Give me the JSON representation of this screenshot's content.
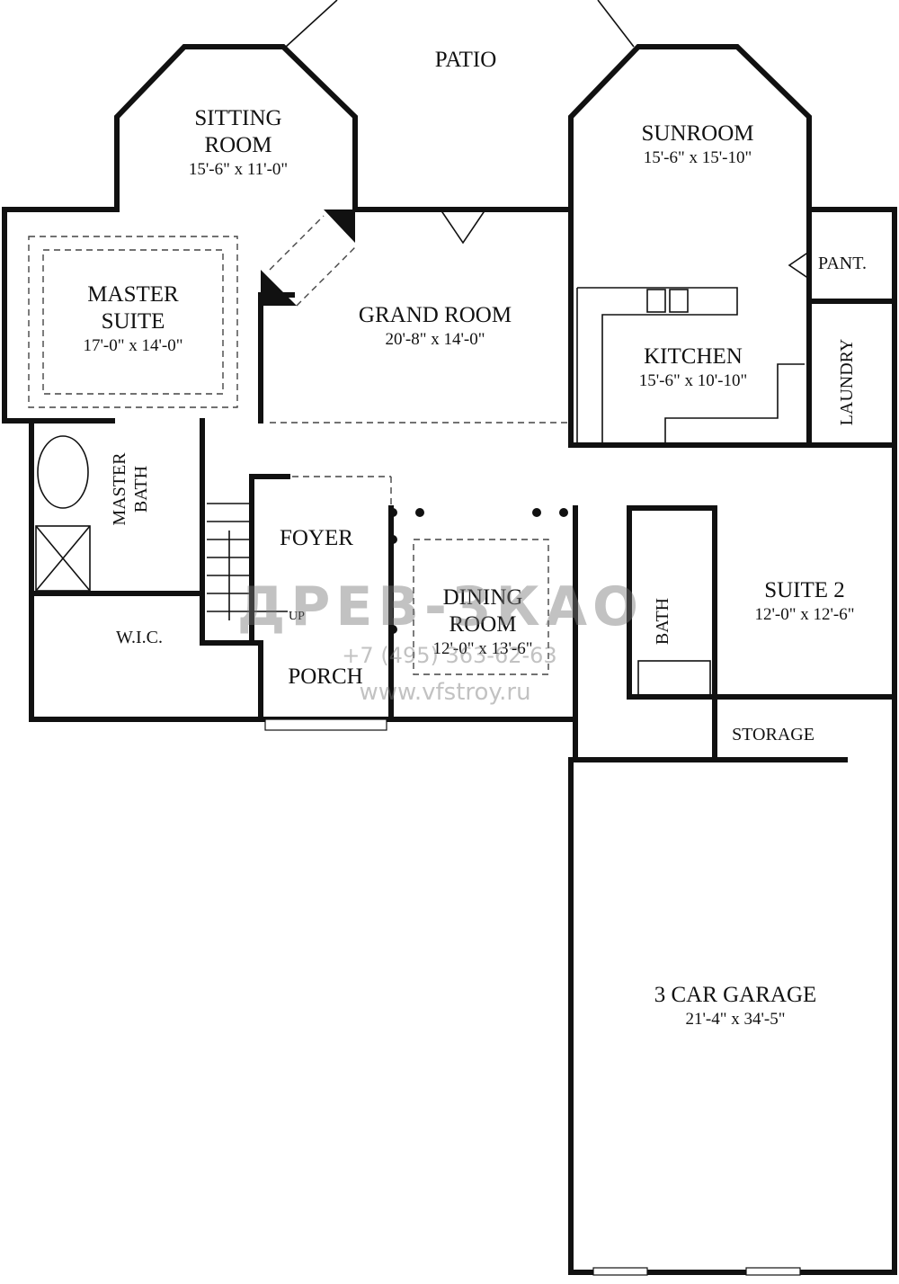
{
  "plan": {
    "rooms": [
      {
        "id": "patio",
        "name": "PATIO",
        "dims": ""
      },
      {
        "id": "sitting-room",
        "name": "SITTING ROOM",
        "dims": "15'-6\" x 11'-0\""
      },
      {
        "id": "sunroom",
        "name": "SUNROOM",
        "dims": "15'-6\" x 15'-10\""
      },
      {
        "id": "master-suite",
        "name": "MASTER SUITE",
        "dims": "17'-0\" x 14'-0\""
      },
      {
        "id": "grand-room",
        "name": "GRAND ROOM",
        "dims": "20'-8\" x 14'-0\""
      },
      {
        "id": "kitchen",
        "name": "KITCHEN",
        "dims": "15'-6\" x 10'-10\""
      },
      {
        "id": "pantry",
        "name": "PANT.",
        "dims": ""
      },
      {
        "id": "laundry",
        "name": "LAUNDRY",
        "dims": ""
      },
      {
        "id": "master-bath",
        "name": "MASTER BATH",
        "dims": ""
      },
      {
        "id": "foyer",
        "name": "FOYER",
        "dims": ""
      },
      {
        "id": "dining-room",
        "name": "DINING ROOM",
        "dims": "12'-0\" x 13'-6\""
      },
      {
        "id": "suite-2",
        "name": "SUITE 2",
        "dims": "12'-0\" x 12'-6\""
      },
      {
        "id": "bath",
        "name": "BATH",
        "dims": ""
      },
      {
        "id": "wic",
        "name": "W.I.C.",
        "dims": ""
      },
      {
        "id": "porch",
        "name": "PORCH",
        "dims": ""
      },
      {
        "id": "storage",
        "name": "STORAGE",
        "dims": ""
      },
      {
        "id": "garage",
        "name": "3 CAR GARAGE",
        "dims": "21'-4\" x 34'-5\""
      }
    ],
    "stair_label": "UP"
  },
  "watermark": {
    "logo": "ДРЕВ-ЗКАО",
    "phone": "+7 (495) 363-62-63",
    "url": "www.vfstroy.ru"
  }
}
